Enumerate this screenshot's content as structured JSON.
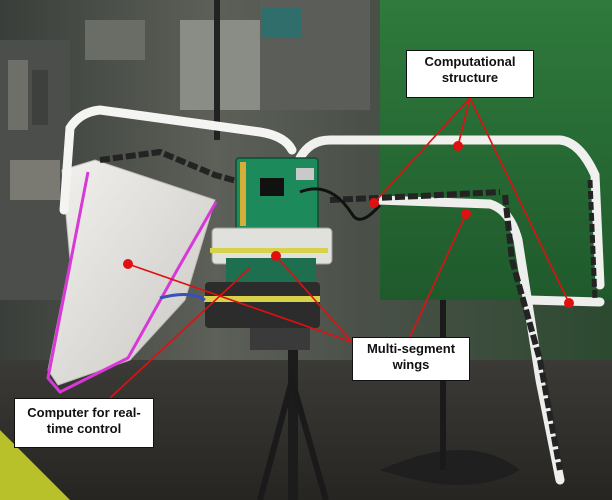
{
  "annotations": {
    "structure_label": "Computational structure",
    "wings_label": "Multi-segment wings",
    "computer_label": "Computer for real-time control"
  },
  "colors": {
    "leader_lines": "#e01010",
    "outline": "#d838d8",
    "callout_bg": "#ffffff",
    "callout_border": "#111111"
  }
}
